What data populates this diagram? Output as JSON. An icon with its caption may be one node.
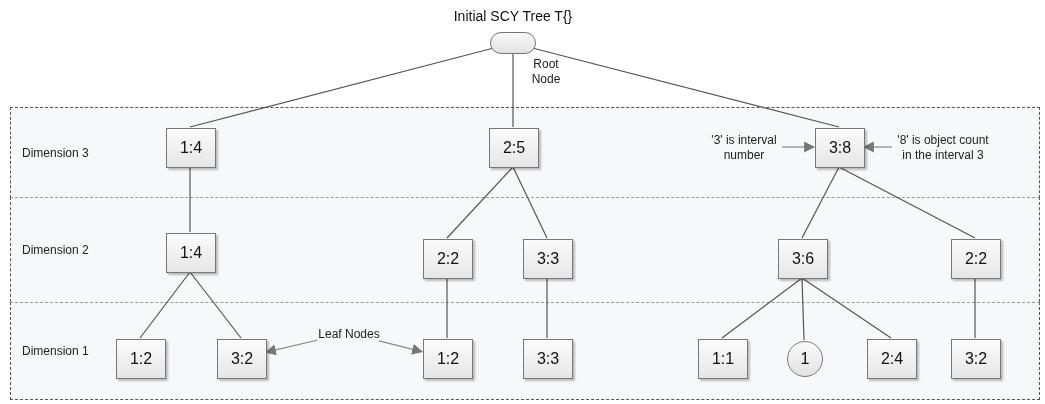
{
  "diagram": {
    "title": "Initial SCY Tree T{}",
    "nodes": [
      {
        "text": [],
        "shape": "ellipse",
        "beside": [
          "Root Node"
        ]
      },
      {
        "text": [
          "Dimension 3"
        ]
      },
      {
        "text": [
          "1:4"
        ],
        "in": 1
      },
      {
        "text": [
          "2:5"
        ],
        "in": 1
      },
      {
        "text": [
          "3:8"
        ],
        "in": 1
      },
      {
        "text": [
          "Dimension 2"
        ]
      },
      {
        "text": [
          "1:4"
        ],
        "in": 5
      },
      {
        "text": [
          "2:2"
        ],
        "in": 5
      },
      {
        "text": [
          "3:3"
        ],
        "in": 5
      },
      {
        "text": [
          "3:6"
        ],
        "in": 5
      },
      {
        "text": [
          "2:2"
        ],
        "in": 5
      },
      {
        "text": [
          "Dimension 1"
        ]
      },
      {
        "text": [
          "1:2"
        ],
        "in": 11
      },
      {
        "text": [
          "3:2"
        ],
        "in": 11
      },
      {
        "text": [
          "1:2"
        ],
        "in": 11
      },
      {
        "text": [
          "3:3"
        ],
        "in": 11
      },
      {
        "text": [
          "1:1"
        ],
        "in": 11
      },
      {
        "text": [
          "1"
        ],
        "in": 11
      },
      {
        "text": [
          "2:4"
        ],
        "in": 11
      },
      {
        "text": [
          "3:2"
        ],
        "in": 11
      },
      {
        "text": [
          "Leaf Nodes"
        ],
        "in": 11
      },
      {
        "text": [
          "'3' is interval number"
        ],
        "in": 1
      },
      {
        "text": [
          "'8' is object count in the interval 3"
        ],
        "in": 1
      }
    ],
    "edges": [
      {
        "from": 0,
        "to": 2,
        "arrow": "none"
      },
      {
        "from": 0,
        "to": 3,
        "arrow": "none"
      },
      {
        "from": 0,
        "to": 4,
        "arrow": "none"
      },
      {
        "from": 2,
        "to": 6,
        "arrow": "none"
      },
      {
        "from": 6,
        "to": 12,
        "arrow": "none"
      },
      {
        "from": 6,
        "to": 13,
        "arrow": "none"
      },
      {
        "from": 3,
        "to": 7,
        "arrow": "none"
      },
      {
        "from": 3,
        "to": 8,
        "arrow": "none"
      },
      {
        "from": 7,
        "to": 14,
        "arrow": "none"
      },
      {
        "from": 8,
        "to": 15,
        "arrow": "none"
      },
      {
        "from": 4,
        "to": 9,
        "arrow": "none"
      },
      {
        "from": 4,
        "to": 10,
        "arrow": "none"
      },
      {
        "from": 9,
        "to": 16,
        "arrow": "none"
      },
      {
        "from": 9,
        "to": 17,
        "arrow": "none"
      },
      {
        "from": 9,
        "to": 18,
        "arrow": "none"
      },
      {
        "from": 10,
        "to": 19,
        "arrow": "none"
      },
      {
        "from": 20,
        "to": 13,
        "arrow": "to"
      },
      {
        "from": 20,
        "to": 14,
        "arrow": "to"
      },
      {
        "from": 21,
        "to": 4,
        "arrow": "to"
      },
      {
        "from": 22,
        "to": 4,
        "arrow": "to"
      }
    ]
  }
}
